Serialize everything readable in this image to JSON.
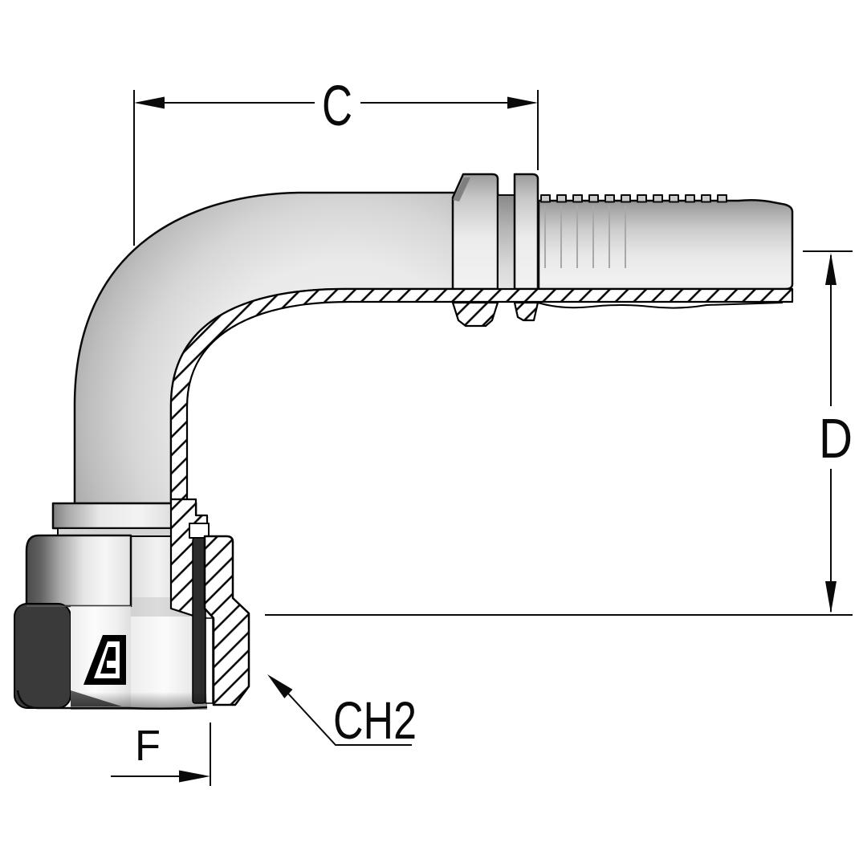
{
  "figure": {
    "background": "#ffffff",
    "ink": "#000000",
    "metal_light": "#f5f5f5",
    "metal_mid": "#d9d9d9",
    "metal_dark": "#3a3a3a",
    "dims": {
      "c": {
        "label": "C"
      },
      "d": {
        "label": "D"
      },
      "f": {
        "label": "F"
      },
      "ch2": {
        "label": "CH2"
      }
    }
  }
}
